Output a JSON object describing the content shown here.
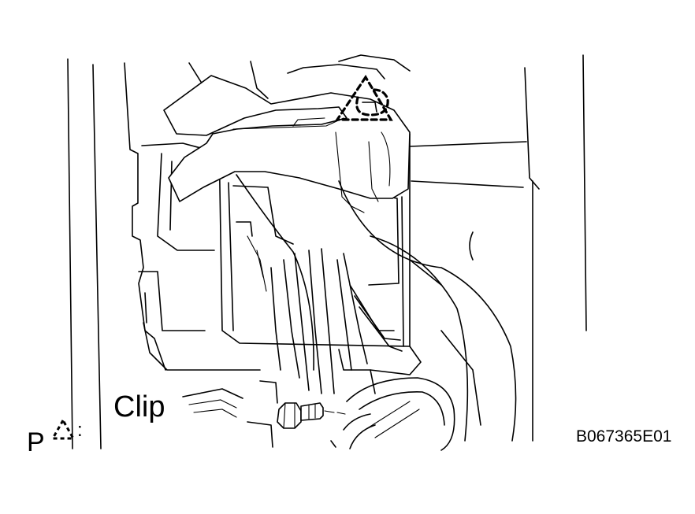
{
  "labels": {
    "clip": "Clip",
    "legend_letter": "P",
    "legend_colon": ":",
    "figure_code": "B067365E01"
  },
  "legend_symbol": "dashed-triangle-icon"
}
